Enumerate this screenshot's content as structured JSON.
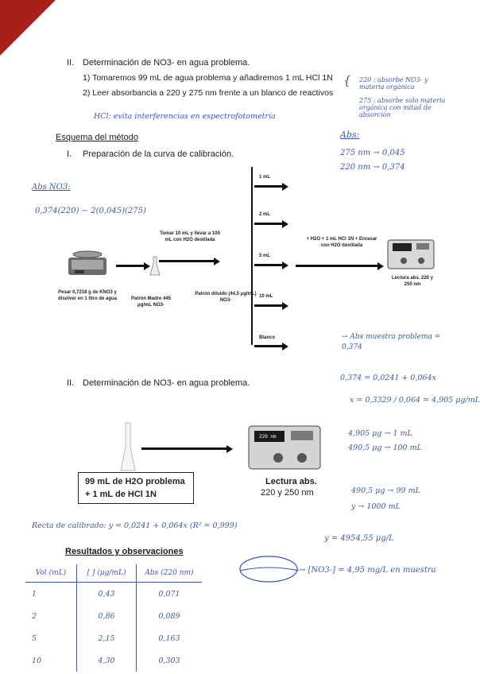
{
  "section2_top": {
    "numeral": "II.",
    "title": "Determinación de NO3- en agua problema.",
    "step1": "1) Tomaremos 99 mL de agua problema y añadiremos 1 mL HCl 1N",
    "step2": "2) Leer absorbancia a 220 y 275 nm frente a un blanco de reactivos"
  },
  "hand_notes": {
    "side_220": "220 : absorbe NO3- y materia orgánica",
    "side_275": "275 : absorbe solo materia orgánica con mitad de absorción",
    "hcl_note": "HCl: evita interferencias en espectrofotometría",
    "abs_header": "Abs:",
    "abs_275": "275 nm → 0,045",
    "abs_220": "220 nm → 0,374",
    "abs_no3_label": "Abs NO3:",
    "abs_no3_formula": "0,374(220) − 2(0,045)(275)",
    "abs_problem": "→ Abs muestra problema = 0,374",
    "regression_eq": "0,374 = 0,0241 + 0,064x",
    "x_calc": "x = 0,3329 / 0,064 = 4,905 μg/mL",
    "prop1a": "4,905 μg → 1 mL",
    "prop1b": "490,5 μg → 100 mL",
    "prop2a": "490,5 μg → 99 mL",
    "prop2b": "y → 1000 mL",
    "y_result": "y = 4954,55 μg/L",
    "final_result": "→ [NO3-] = 4,95 mg/L en muestra",
    "calibration_line": "Recta de calibrado: y = 0,0241 + 0,064x (R² = 0,999)"
  },
  "esquema": {
    "title": "Esquema del método",
    "numeral": "I.",
    "subtitle": "Preparación de la curva de calibración."
  },
  "diagram": {
    "weigh_text": "Pesar 0,7218 g de KNO3 y disolver en 1 litro de agua",
    "dilute_text": "Tomar 10 mL y llevar a 100 mL con H2O destilada",
    "stock_text": "Patrón Madre 445 μg/mL NO3-",
    "diluted_text": "Patrón diluido (44,5 μg/mL) NO3-",
    "tubes": [
      "1 mL",
      "2 mL",
      "5 mL",
      "10 mL",
      "Blanco"
    ],
    "add_text": "+ H2O + 1 mL HCl 1N + Enrasar con H2O destilada",
    "reading_text": "Lectura abs. 220 y 250 nm"
  },
  "section2_bottom": {
    "numeral": "II.",
    "title": "Determinación de NO3- en agua problema.",
    "box_line1": "99 mL de H2O problema",
    "box_line2": "+ 1 mL de HCl 1N",
    "reading_line1": "Lectura abs.",
    "reading_line2": "220 y 250 nm",
    "screen_text": "220 nm"
  },
  "results": {
    "title": "Resultados y observaciones",
    "headers": [
      "Vol (mL)",
      "[ ] (μg/mL)",
      "Abs (220 nm)"
    ],
    "rows": [
      [
        "1",
        "0,43",
        "0,071"
      ],
      [
        "2",
        "0,86",
        "0,089"
      ],
      [
        "5",
        "2,15",
        "0,163"
      ],
      [
        "10",
        "4,30",
        "0,303"
      ]
    ]
  }
}
